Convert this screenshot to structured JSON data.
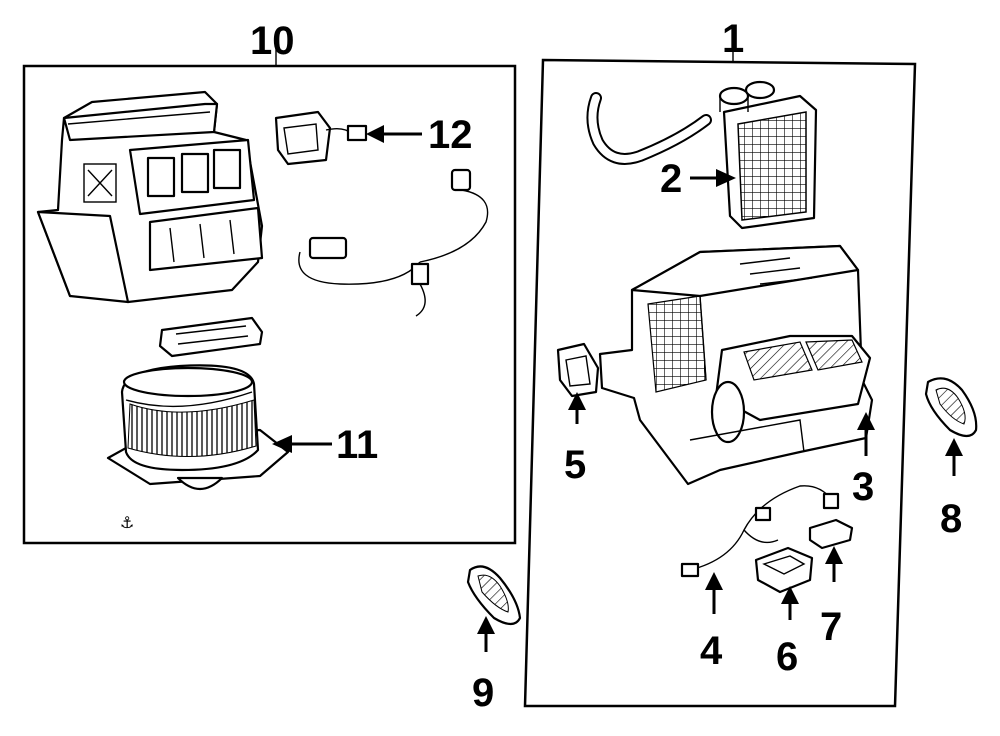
{
  "callouts": {
    "c1": "1",
    "c2": "2",
    "c3": "3",
    "c4": "4",
    "c5": "5",
    "c6": "6",
    "c7": "7",
    "c8": "8",
    "c9": "9",
    "c10": "10",
    "c11": "11",
    "c12": "12"
  },
  "symbols": {
    "hardware_marker": "⚓"
  }
}
